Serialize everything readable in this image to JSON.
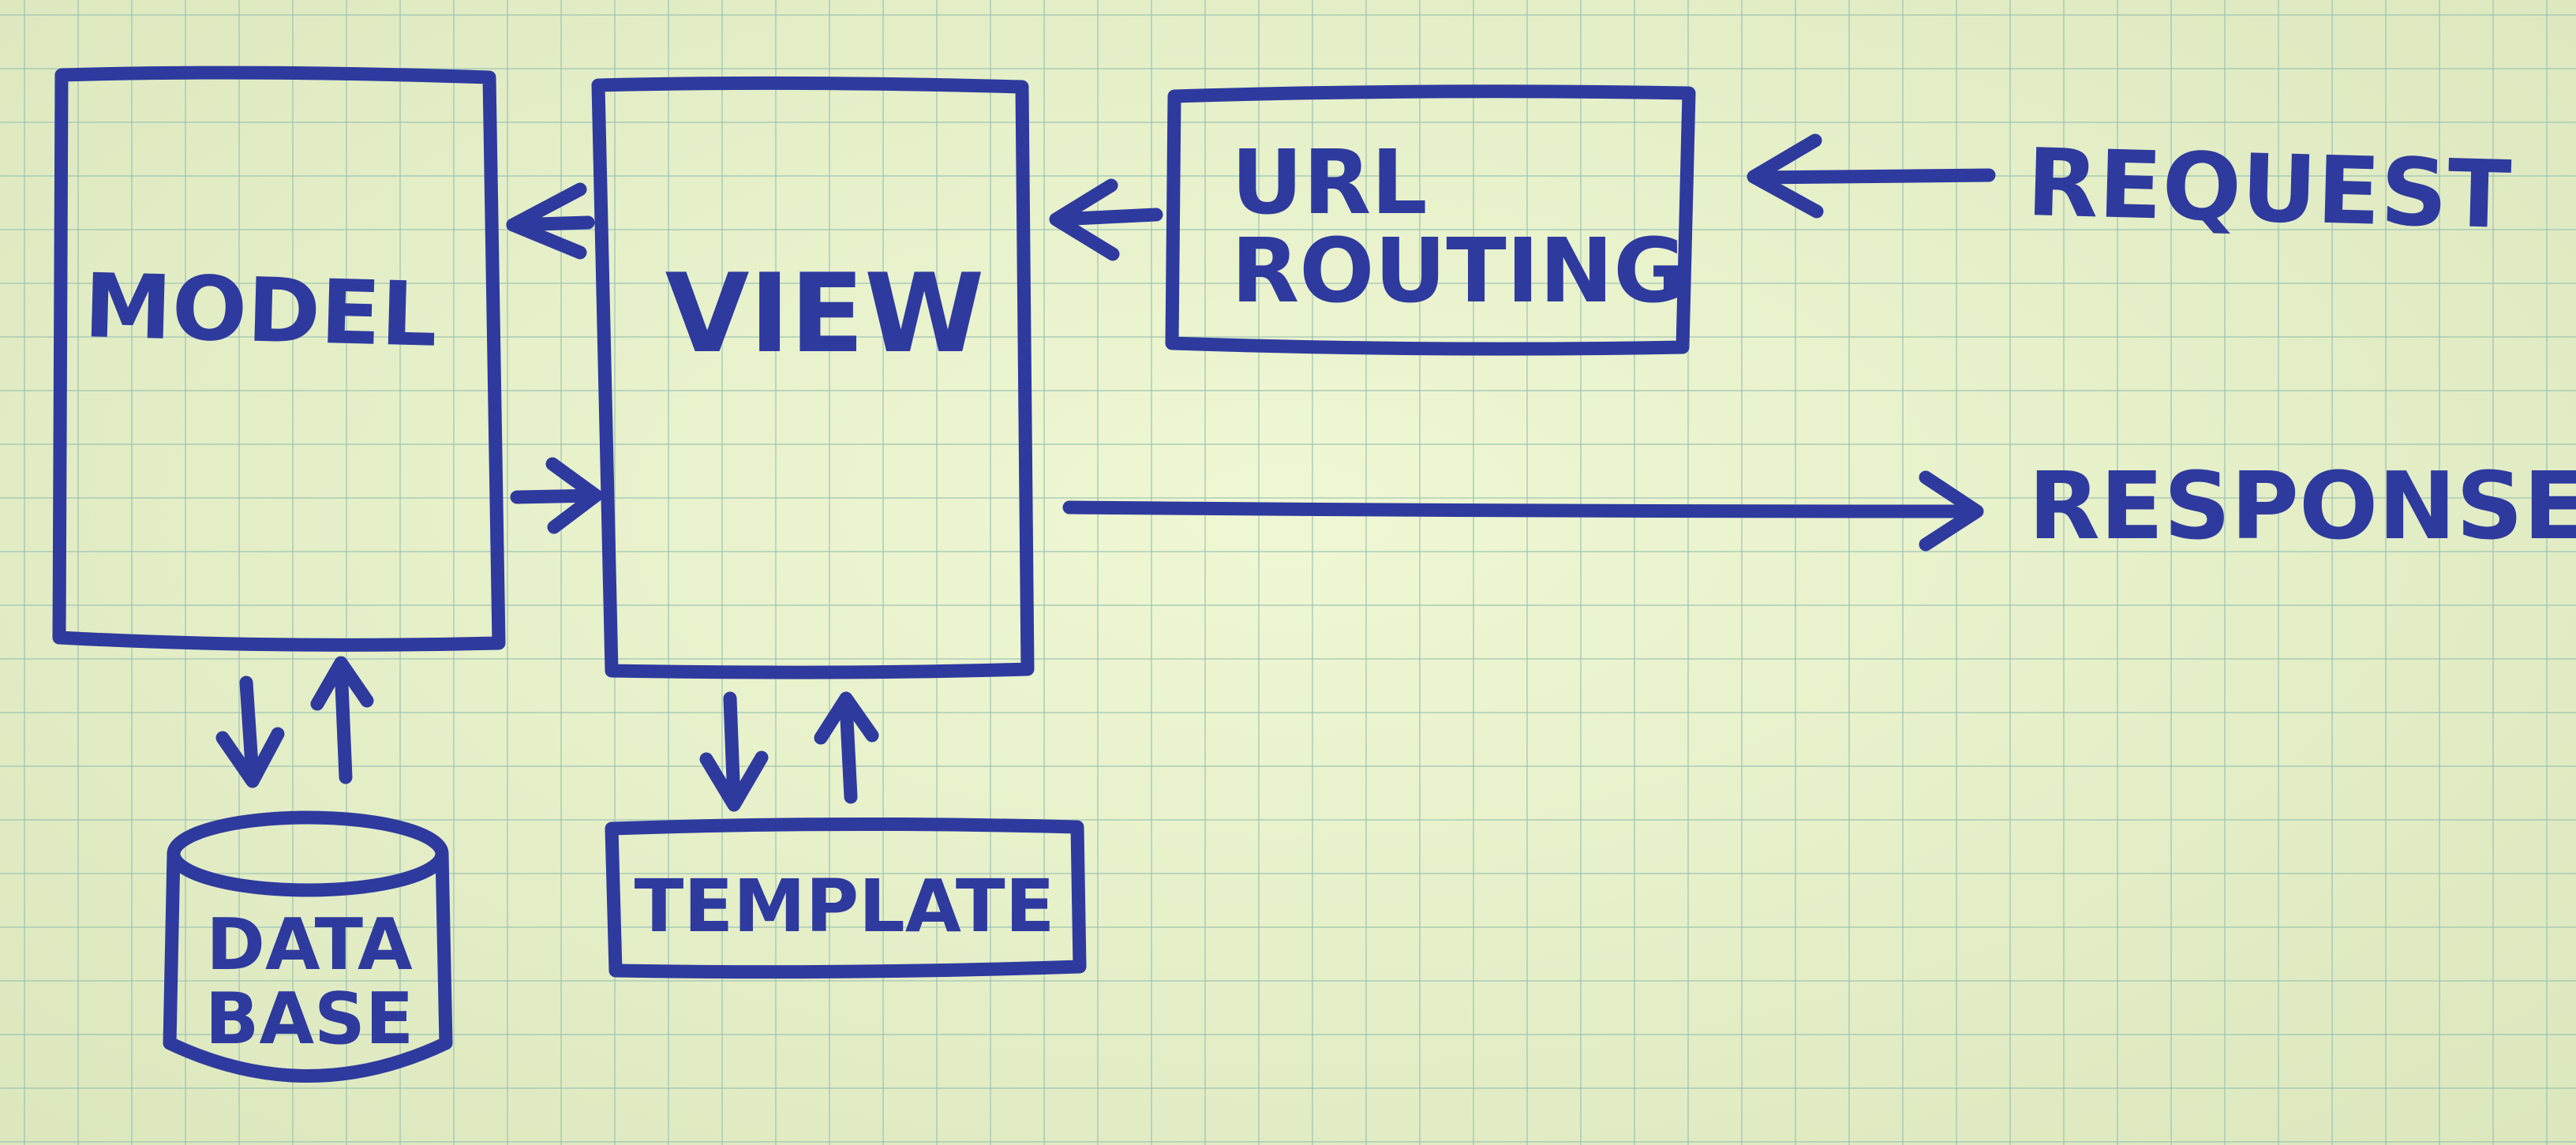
{
  "ink_color": "#2e3a9e",
  "paper_color": "#e9f5c9",
  "nodes": {
    "model": "MODEL",
    "view": "VIEW",
    "url_routing_line1": "URL",
    "url_routing_line2": "ROUTING",
    "database_line1": "DATA",
    "database_line2": "BASE",
    "template": "TEMPLATE"
  },
  "endpoints": {
    "request": "REQUEST",
    "response": "RESPONSE"
  }
}
